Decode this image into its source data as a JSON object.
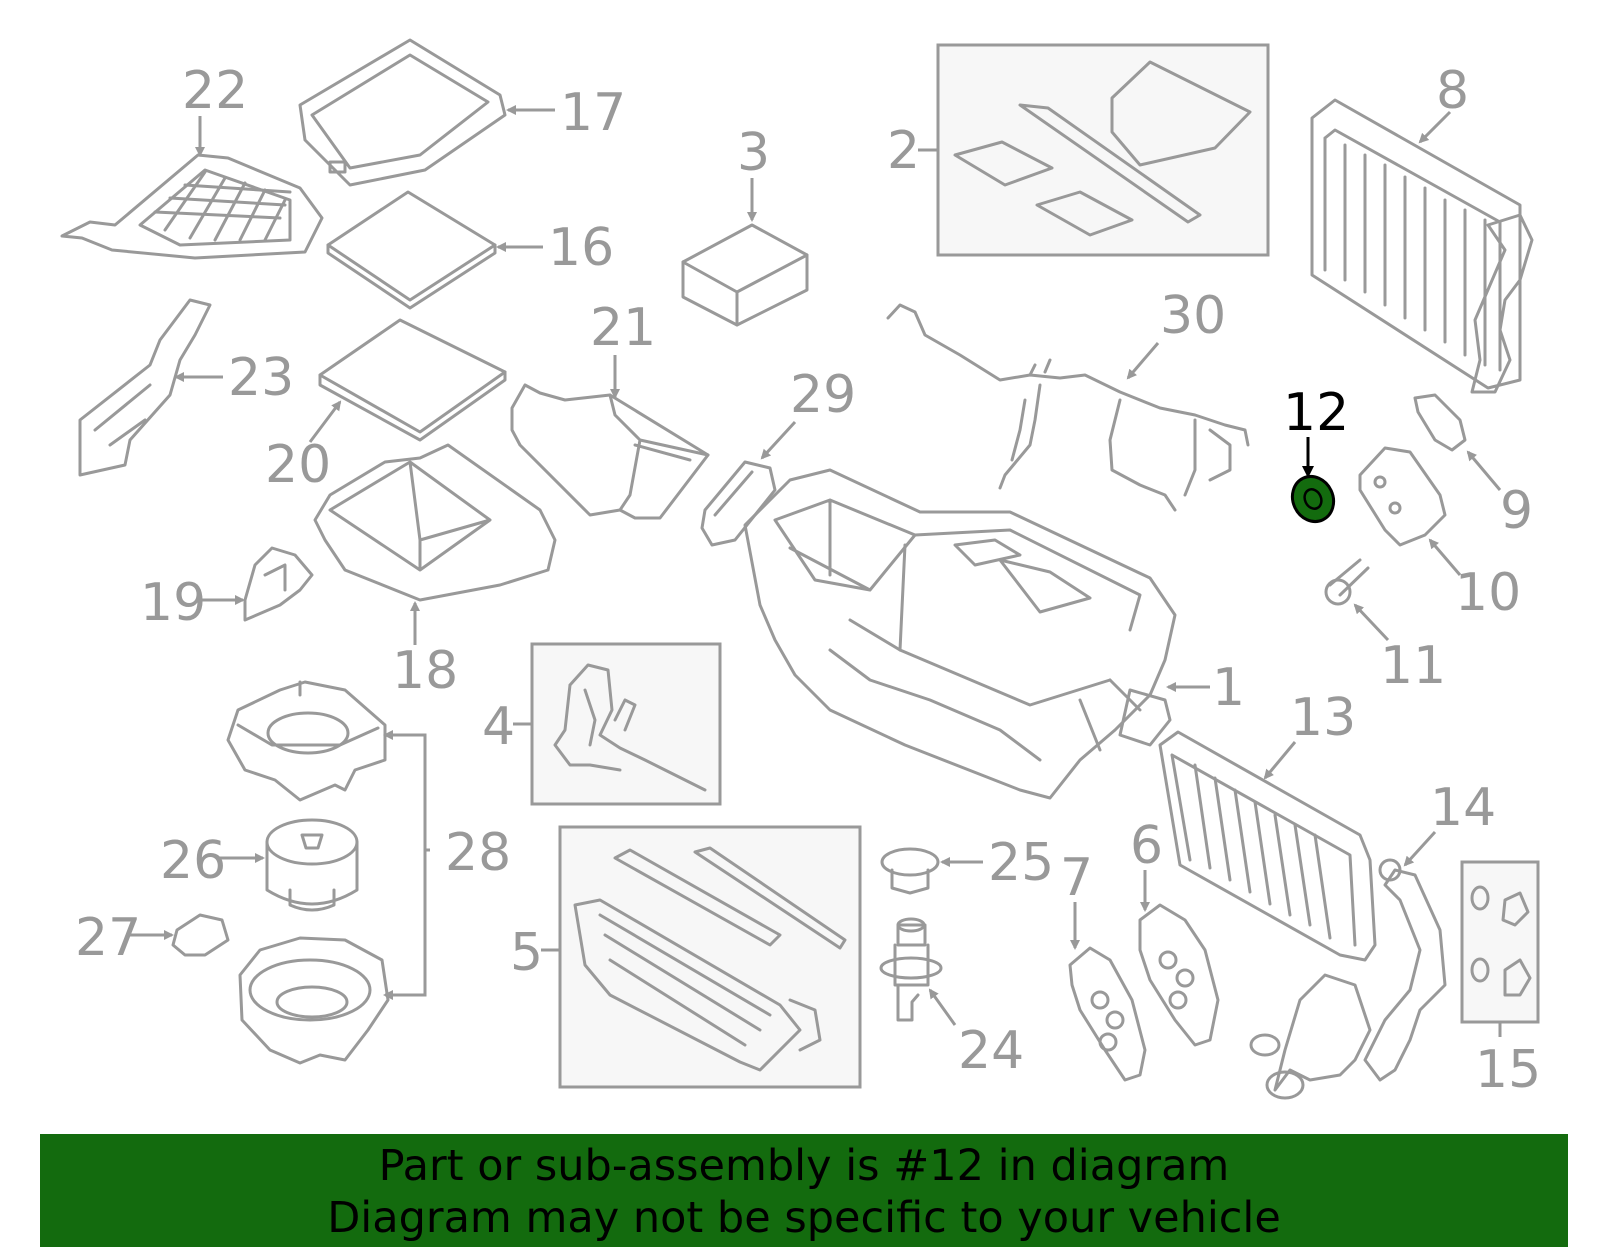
{
  "diagram": {
    "highlight_part": "12",
    "highlight_color": "#136b0e",
    "line_color": "#999999",
    "labels": {
      "p1": "1",
      "p2": "2",
      "p3": "3",
      "p4": "4",
      "p5": "5",
      "p6": "6",
      "p7": "7",
      "p8": "8",
      "p9": "9",
      "p10": "10",
      "p11": "11",
      "p12": "12",
      "p13": "13",
      "p14": "14",
      "p15": "15",
      "p16": "16",
      "p17": "17",
      "p18": "18",
      "p19": "19",
      "p20": "20",
      "p21": "21",
      "p22": "22",
      "p23": "23",
      "p24": "24",
      "p25": "25",
      "p26": "26",
      "p27": "27",
      "p28": "28",
      "p29": "29",
      "p30": "30"
    }
  },
  "banner": {
    "line1": "Part or sub-assembly is #12 in diagram",
    "line2": "Diagram may not be specific to your vehicle",
    "background": "#136b0e"
  }
}
